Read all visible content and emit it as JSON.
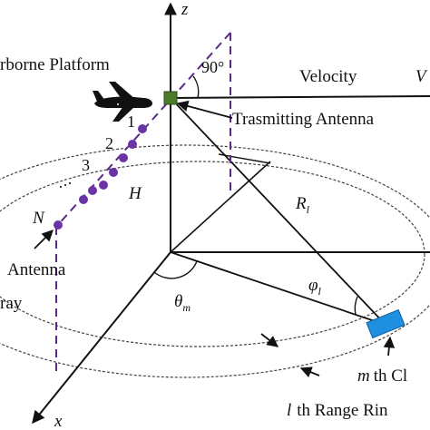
{
  "diagram": {
    "axis_z": "z",
    "axis_x": "x",
    "platform_label": "rborne Platform",
    "angle_90": "90°",
    "velocity_label": "Velocity",
    "velocity_symbol": "V",
    "tx_antenna_label": "Trasmitting Antenna",
    "element_1": "1",
    "element_2": "2",
    "element_3": "3",
    "element_dots": "·",
    "element_N": "N",
    "height_symbol": "H",
    "range_symbol": "R",
    "range_sub": "l",
    "phi_symbol": "φ",
    "phi_sub": "l",
    "theta_symbol": "θ",
    "theta_sub": "m",
    "antenna_label": "Antenna",
    "array_label": "ray",
    "cpi_prefix": "m",
    "cpi_suffix": "th Cl",
    "range_ring_prefix": "l",
    "range_ring_suffix": "th Range Rin"
  },
  "colors": {
    "array_purple": "#5b2a86",
    "dot_purple": "#6a34a6",
    "antenna_green": "#4a7a2a",
    "cell_blue": "#1f8fe0",
    "line": "#111111"
  },
  "icons": [
    "airplane-icon"
  ]
}
